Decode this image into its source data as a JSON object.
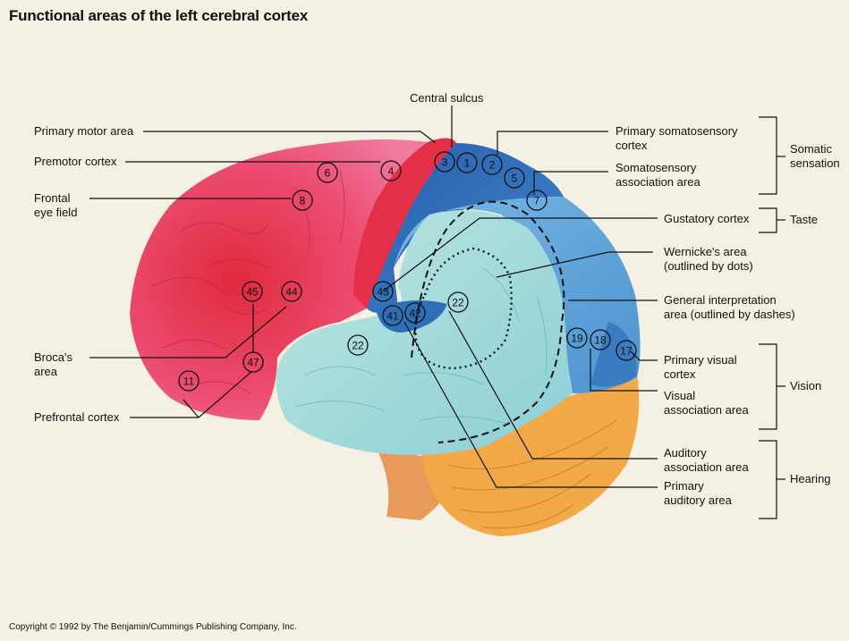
{
  "title": "Functional areas of the left cerebral cortex",
  "copyright": "Copyright © 1992 by The Benjamin/Cummings Publishing Company, Inc.",
  "labels": {
    "central_sulcus": "Central sulcus",
    "primary_motor": "Primary motor area",
    "premotor": "Premotor cortex",
    "frontal_eye_1": "Frontal",
    "frontal_eye_2": "eye field",
    "broca_1": "Broca's",
    "broca_2": "area",
    "prefrontal": "Prefrontal cortex",
    "primary_somatosensory_1": "Primary somatosensory",
    "primary_somatosensory_2": "cortex",
    "somatosensory_assoc_1": "Somatosensory",
    "somatosensory_assoc_2": "association area",
    "gustatory": "Gustatory cortex",
    "wernicke_1": "Wernicke's area",
    "wernicke_2": "(outlined by dots)",
    "general_interp_1": "General interpretation",
    "general_interp_2": "area (outlined by dashes)",
    "primary_visual_1": "Primary visual",
    "primary_visual_2": "cortex",
    "visual_assoc_1": "Visual",
    "visual_assoc_2": "association area",
    "auditory_assoc_1": "Auditory",
    "auditory_assoc_2": "association area",
    "primary_auditory_1": "Primary",
    "primary_auditory_2": "auditory area"
  },
  "groups": {
    "somatic_1": "Somatic",
    "somatic_2": "sensation",
    "taste": "Taste",
    "vision": "Vision",
    "hearing": "Hearing"
  },
  "areas": {
    "a3": "3",
    "a1": "1",
    "a2": "2",
    "a5": "5",
    "a7": "7",
    "a6": "6",
    "a4": "4",
    "a8": "8",
    "a45": "45",
    "a44": "44",
    "a43": "43",
    "a41": "41",
    "a42": "42",
    "a22a": "22",
    "a22b": "22",
    "a47": "47",
    "a11": "11",
    "a19": "19",
    "a18": "18",
    "a17": "17"
  },
  "colors": {
    "background": "#f4f0e3",
    "frontal": "#e8344e",
    "motor": "#e8304a",
    "somatosensory": "#2f6fb8",
    "parietal": "#5a9fd4",
    "temporal": "#9fd6d8",
    "cerebellum": "#f0a440",
    "brainstem": "#e79a55"
  }
}
